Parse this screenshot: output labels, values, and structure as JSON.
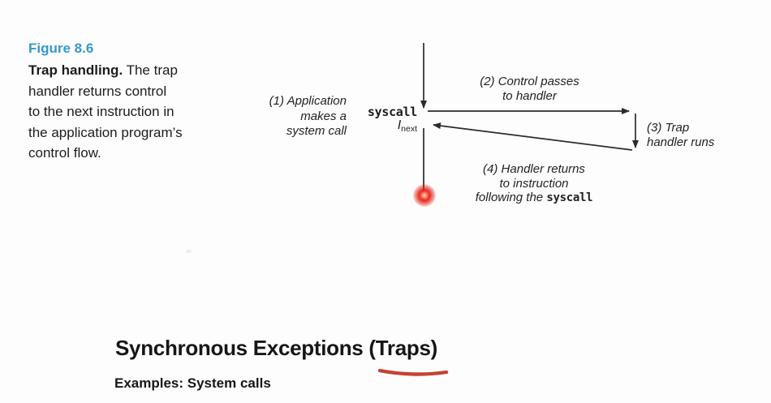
{
  "figure": {
    "label": "Figure 8.6",
    "caption_lead": "Trap handling.",
    "caption_line0_rest": " The trap",
    "caption_lines": [
      "handler returns control",
      "to the next instruction in",
      "the application program’s",
      "control flow."
    ]
  },
  "diagram": {
    "step1": {
      "line1": "(1) Application",
      "line2": "makes a",
      "line3": "system call"
    },
    "step2": {
      "line1": "(2) Control passes",
      "line2": "to handler"
    },
    "step3": {
      "line1": "(3) Trap",
      "line2": "handler runs"
    },
    "step4": {
      "line1": "(4) Handler returns",
      "line2": "to instruction",
      "line3_prefix": "following the ",
      "line3_code": "syscall"
    },
    "syscall_label": "syscall",
    "inext_base": "I",
    "inext_sub": "next"
  },
  "slide": {
    "title": "Synchronous Exceptions (Traps)",
    "subtitle": "Examples: System calls"
  },
  "colors": {
    "figure_label_blue": "#3598ce",
    "diagram_line": "#2b2b2b",
    "underline_red": "#c74232",
    "laser_red": "#e81e12",
    "text": "#1c1c1c"
  }
}
